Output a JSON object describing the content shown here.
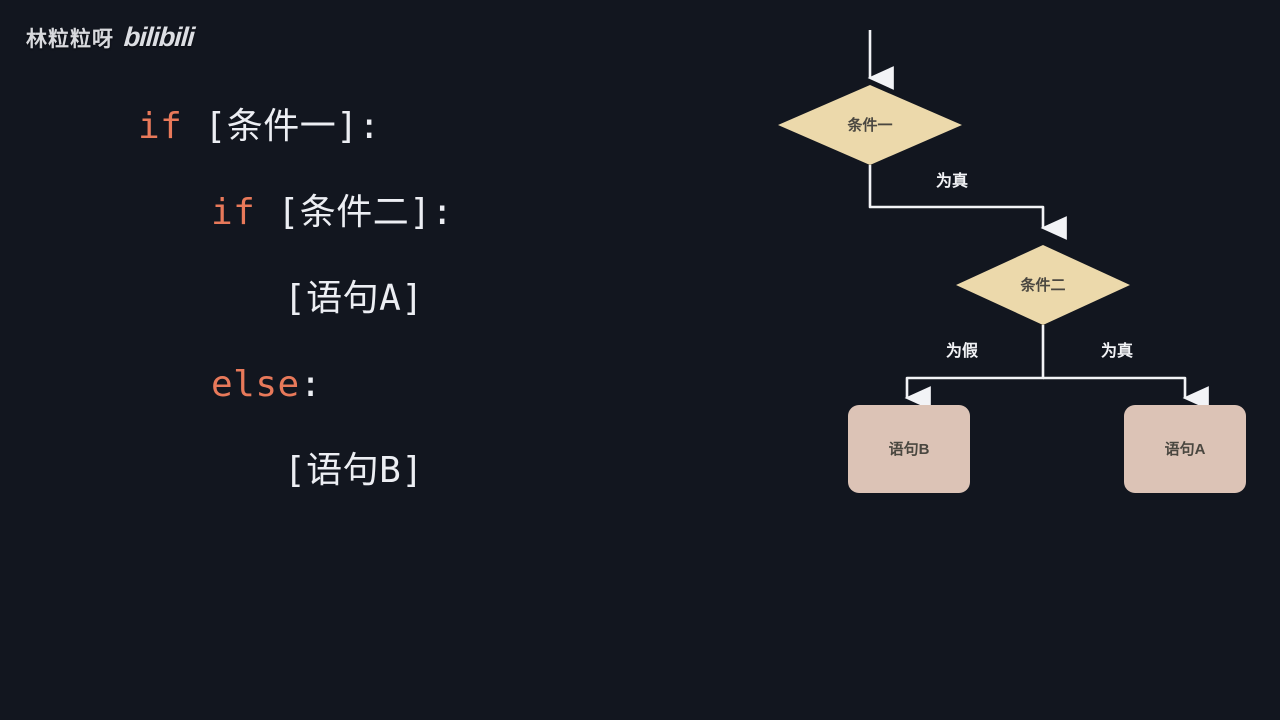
{
  "watermark": {
    "name": "林粒粒呀",
    "platform": "bilibili"
  },
  "code": {
    "language": "python",
    "keyword_color": "#e8795a",
    "text_color": "#eceef3",
    "lines": [
      {
        "indent": 0,
        "keyword": "if",
        "rest": " [条件一]:"
      },
      {
        "indent": 1,
        "keyword": "if",
        "rest": " [条件二]:"
      },
      {
        "indent": 2,
        "keyword": "",
        "rest": "[语句A]"
      },
      {
        "indent": 1,
        "keyword": "else",
        "rest": ":"
      },
      {
        "indent": 2,
        "keyword": "",
        "rest": "[语句B]"
      }
    ],
    "line1_keyword": "if",
    "line1_rest": " [条件一]:",
    "line2_keyword": "if",
    "line2_rest": " [条件二]:",
    "line3_rest": "[语句A]",
    "line4_keyword": "else",
    "line4_rest": ":",
    "line5_rest": "[语句B]"
  },
  "flowchart": {
    "decision_fill": "#ecd9ab",
    "process_fill": "#dcc3b6",
    "connector_color": "#f2f3f6",
    "node_text_color": "#4a4740",
    "nodes": {
      "decision1": "条件一",
      "decision2": "条件二",
      "process_b": "语句B",
      "process_a": "语句A"
    },
    "edges": {
      "d1_true": "为真",
      "d2_false": "为假",
      "d2_true": "为真"
    }
  }
}
